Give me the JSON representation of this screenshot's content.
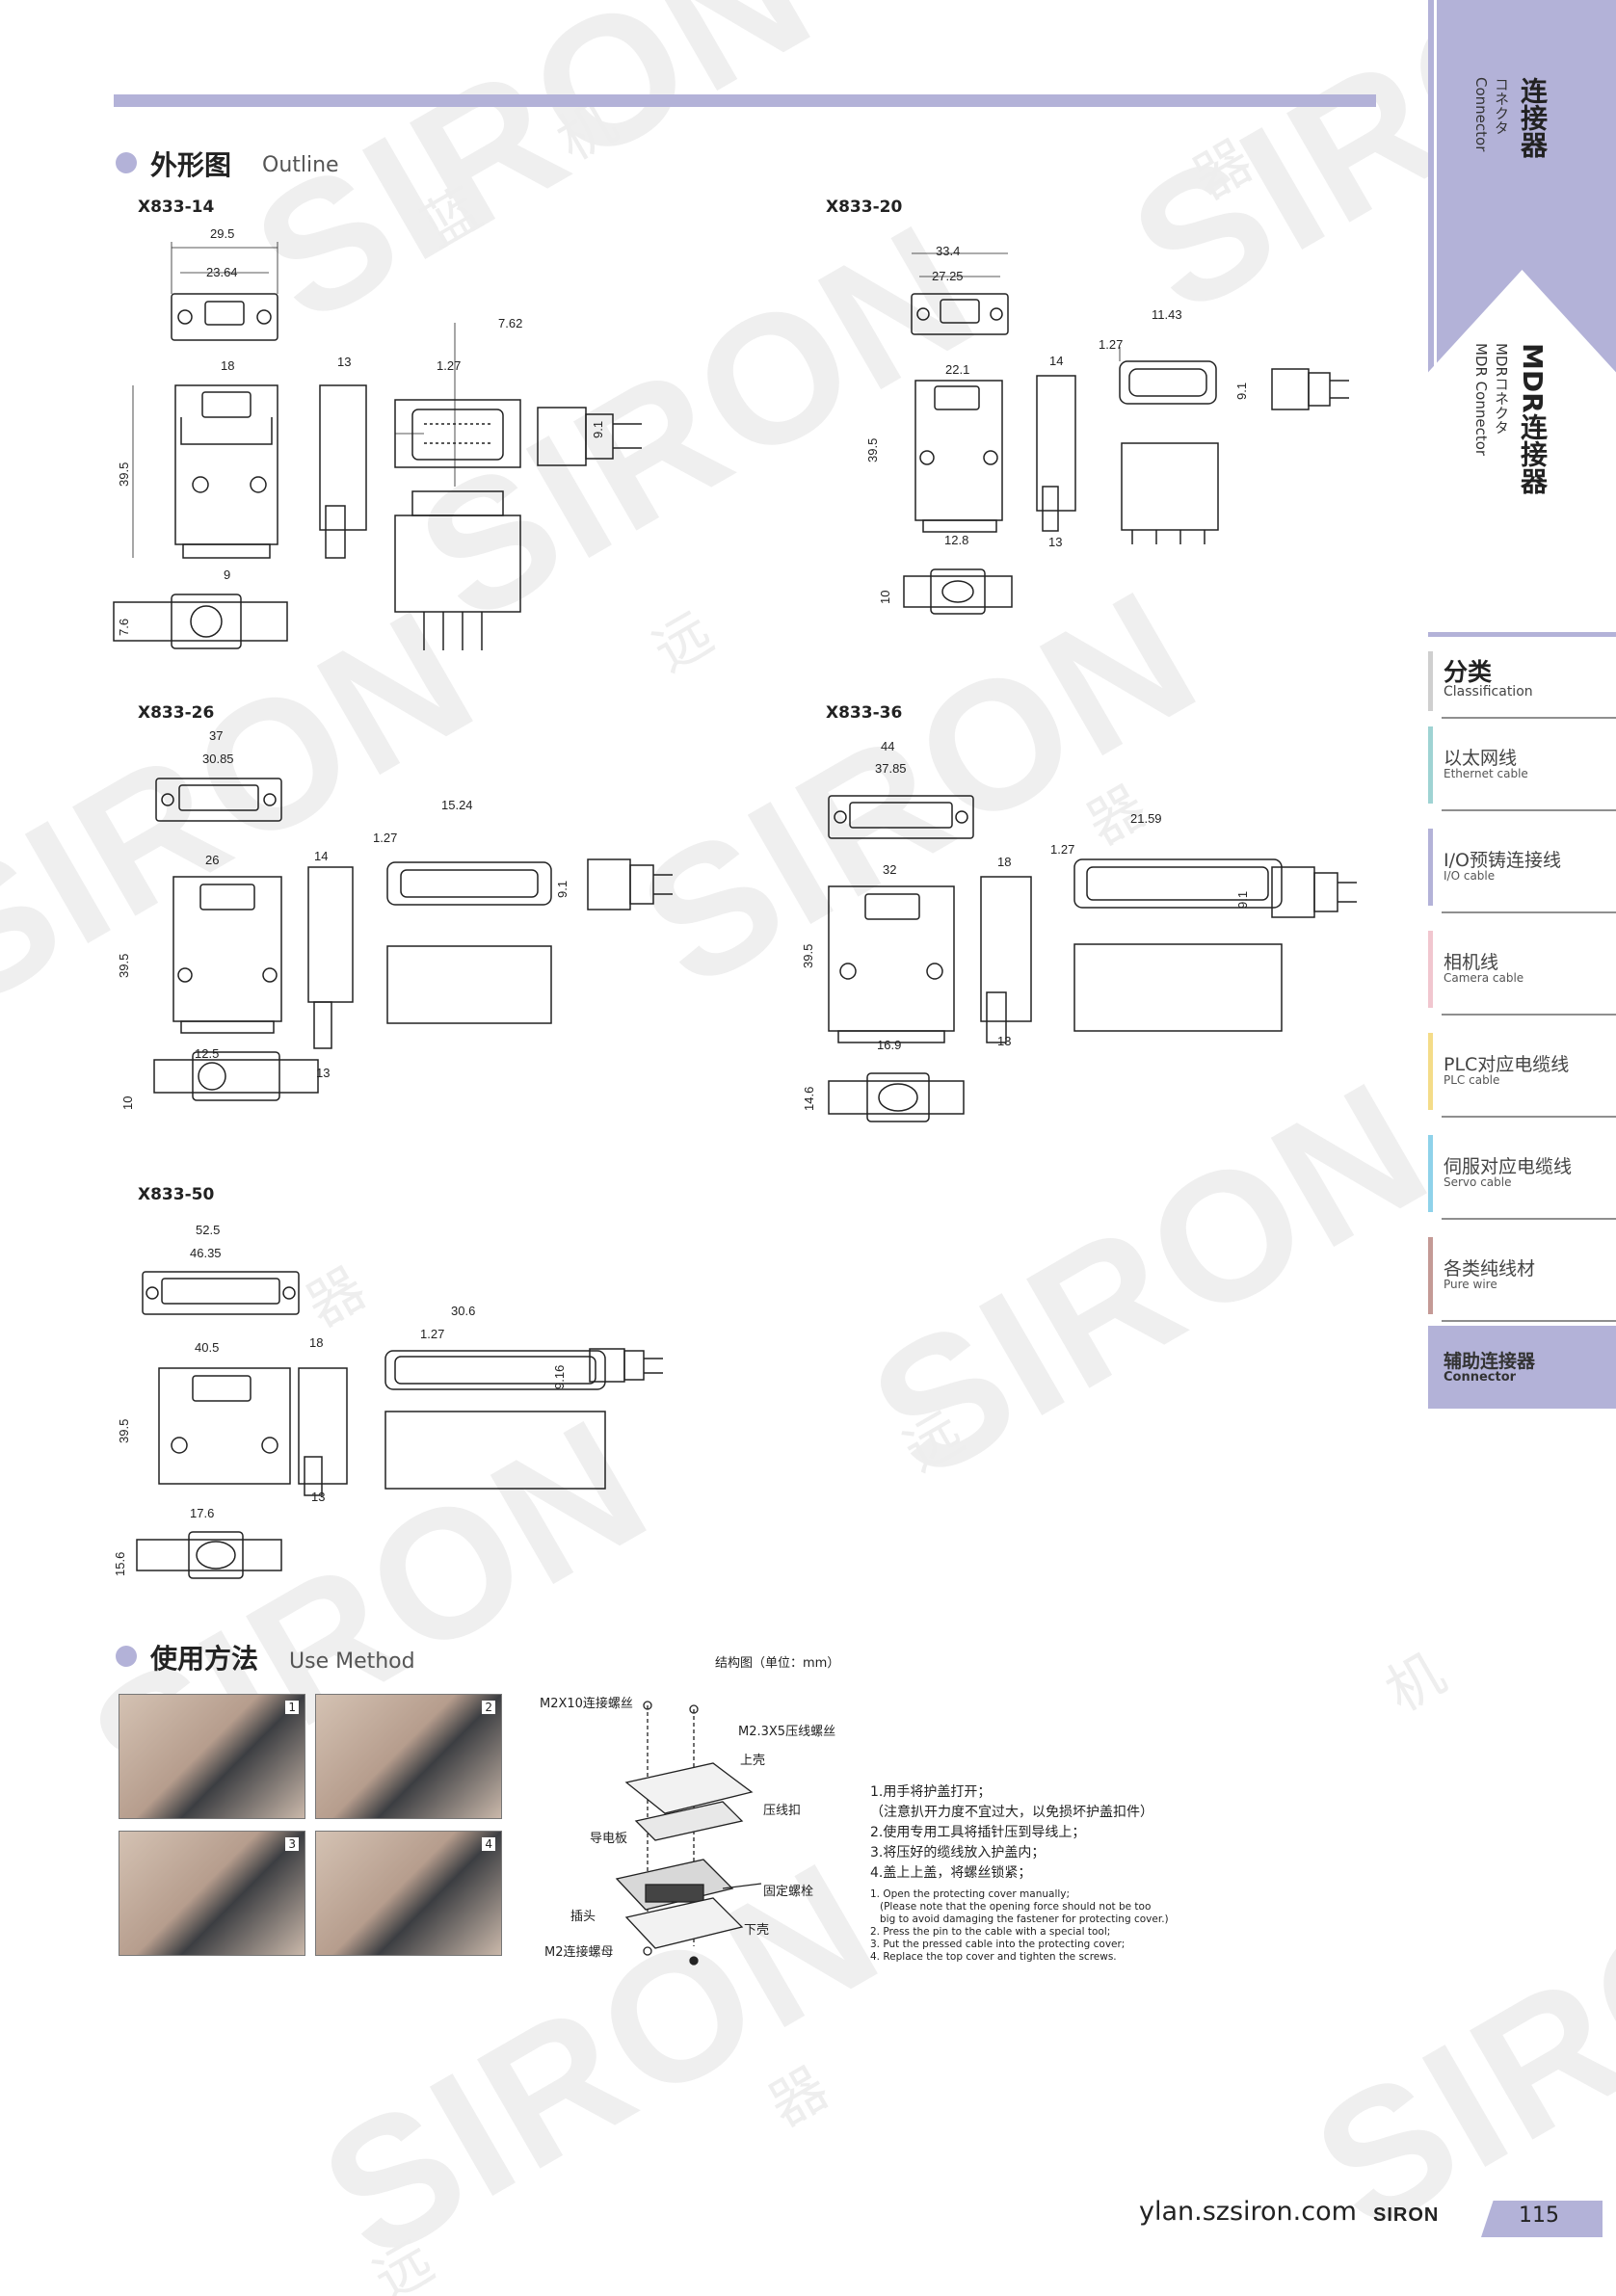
{
  "outline": {
    "title_zh": "外形图",
    "title_en": "Outline",
    "models": [
      {
        "name": "X833-14",
        "dims": [
          "29.5",
          "23.64",
          "7.62",
          "18",
          "13",
          "1.27",
          "9.1",
          "39.5",
          "9",
          "7.6"
        ]
      },
      {
        "name": "X833-20",
        "dims": [
          "33.4",
          "27.25",
          "11.43",
          "1.27",
          "22.1",
          "14",
          "9.1",
          "39.5",
          "13",
          "12.8",
          "10"
        ]
      },
      {
        "name": "X833-26",
        "dims": [
          "37",
          "30.85",
          "15.24",
          "1.27",
          "26",
          "14",
          "9.1",
          "39.5",
          "13",
          "12.5",
          "10"
        ]
      },
      {
        "name": "X833-36",
        "dims": [
          "44",
          "37.85",
          "21.59",
          "1.27",
          "32",
          "18",
          "9.1",
          "39.5",
          "13",
          "16.9",
          "14.6"
        ]
      },
      {
        "name": "X833-50",
        "dims": [
          "52.5",
          "46.35",
          "30.6",
          "1.27",
          "40.5",
          "18",
          "9.16",
          "39.5",
          "13",
          "17.6",
          "15.6"
        ]
      }
    ]
  },
  "use_method": {
    "title_zh": "使用方法",
    "title_en": "Use Method",
    "diagram_caption": "结构图（单位：mm）",
    "photo_numbers": [
      "1",
      "2",
      "3",
      "4"
    ],
    "parts": {
      "m2x10": "M2X10连接螺丝",
      "m23x5": "M2.3X5压线螺丝",
      "top_shell": "上壳",
      "cable_clamp": "压线扣",
      "guide_plate": "导电板",
      "fix_screw": "固定螺栓",
      "plug": "插头",
      "bottom_shell": "下壳",
      "m2_nut": "M2连接螺母"
    },
    "steps_zh": [
      "1.用手将护盖打开；",
      "（注意扒开力度不宜过大，以免损坏护盖扣件）",
      "2.使用专用工具将插针压到导线上；",
      "3.将压好的缆线放入护盖内；",
      "4.盖上上盖，将螺丝锁紧；"
    ],
    "steps_en": [
      "1. Open the protecting cover manually;",
      "(Please note that the opening force should not be too",
      "big to avoid damaging the fastener for protecting cover.)",
      "2. Press the pin to the cable with a special tool;",
      "3. Put the pressed cable into the protecting cover;",
      "4. Replace the top cover and tighten the screws."
    ]
  },
  "sidebar": {
    "top_zh": "连接器",
    "top_jp": "コネクタ",
    "top_en": "Connector",
    "mdr_zh": "MDR连接器",
    "mdr_jp": "MDRコネクタ",
    "mdr_en": "MDR Connector",
    "class_zh": "分类",
    "class_en": "Classification",
    "items": [
      {
        "zh": "以太网线",
        "en": "Ethernet cable",
        "color": "#9fd3d3"
      },
      {
        "zh": "I/O预铸连接线",
        "en": "I/O cable",
        "color": "#b3b2d8"
      },
      {
        "zh": "相机线",
        "en": "Camera cable",
        "color": "#f1c6cf"
      },
      {
        "zh": "PLC对应电缆线",
        "en": "PLC cable",
        "color": "#f4dc89"
      },
      {
        "zh": "伺服对应电缆线",
        "en": "Servo cable",
        "color": "#8fd2ea"
      },
      {
        "zh": "各类纯线材",
        "en": "Pure wire",
        "color": "#c49a96"
      }
    ],
    "active_zh": "辅助连接器",
    "active_en": "Connector"
  },
  "footer": {
    "url": "ylan.szsiron.com",
    "logo": "SIRON",
    "page": "115"
  },
  "watermark": {
    "brand": "SIRON",
    "chars": [
      "远",
      "蓝",
      "机",
      "器"
    ]
  },
  "colors": {
    "accent": "#b3b2d8",
    "text": "#222222"
  }
}
